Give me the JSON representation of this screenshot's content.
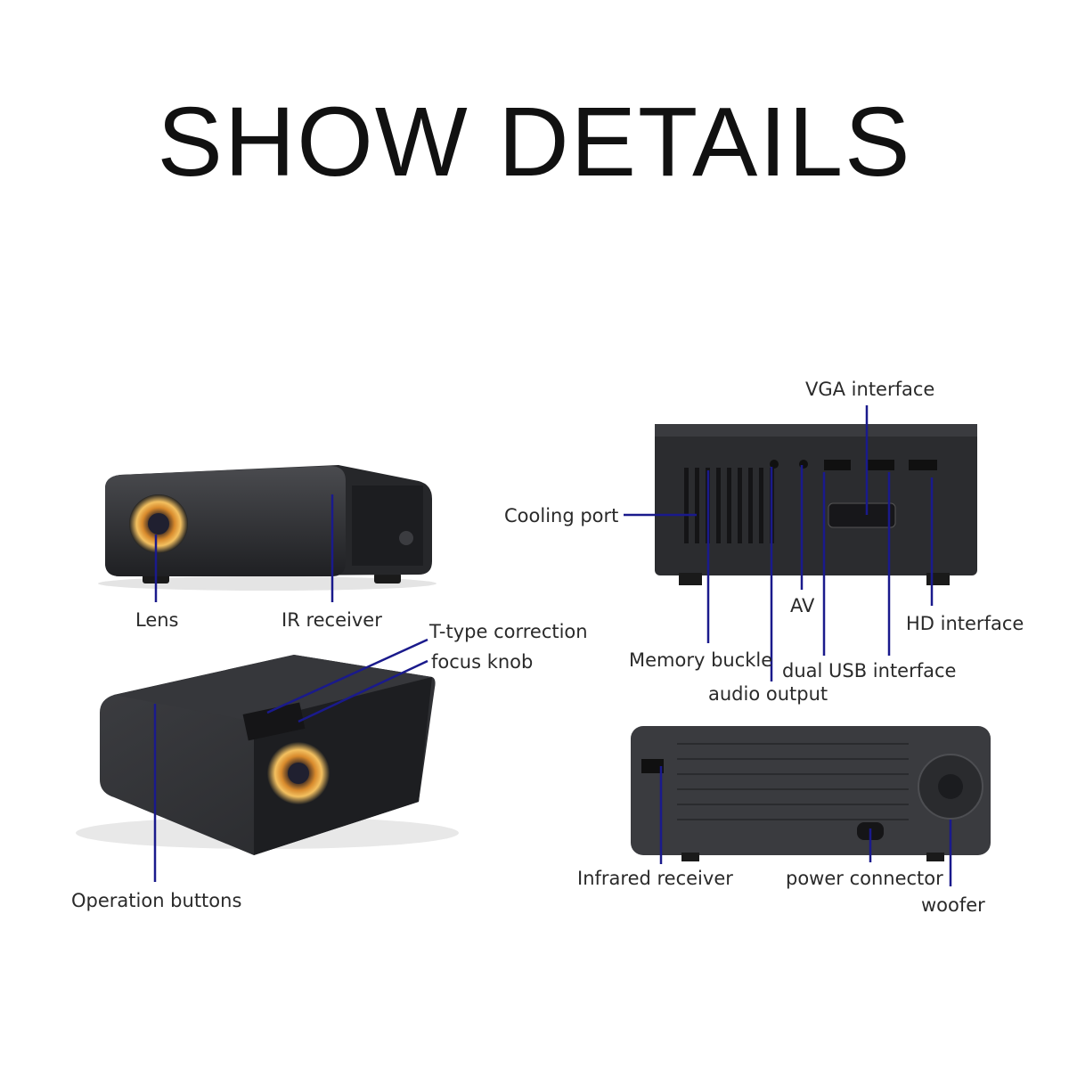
{
  "title": "SHOW DETAILS",
  "colors": {
    "leader_line": "#1a1a8c",
    "projector_body": "#2f3033",
    "lens_glow": "#f0a030"
  },
  "labels": {
    "lens": "Lens",
    "ir_receiver": "IR receiver",
    "t_type_correction": "T-type correction",
    "focus_knob": "focus knob",
    "operation_buttons": "Operation buttons",
    "vga_interface": "VGA interface",
    "cooling_port": "Cooling port",
    "av": "AV",
    "hd_interface": "HD interface",
    "memory_buckle": "Memory buckle",
    "dual_usb_interface": "dual USB interface",
    "audio_output": "audio output",
    "infrared_receiver": "Infrared receiver",
    "power_connector": "power connector",
    "woofer": "woofer"
  }
}
